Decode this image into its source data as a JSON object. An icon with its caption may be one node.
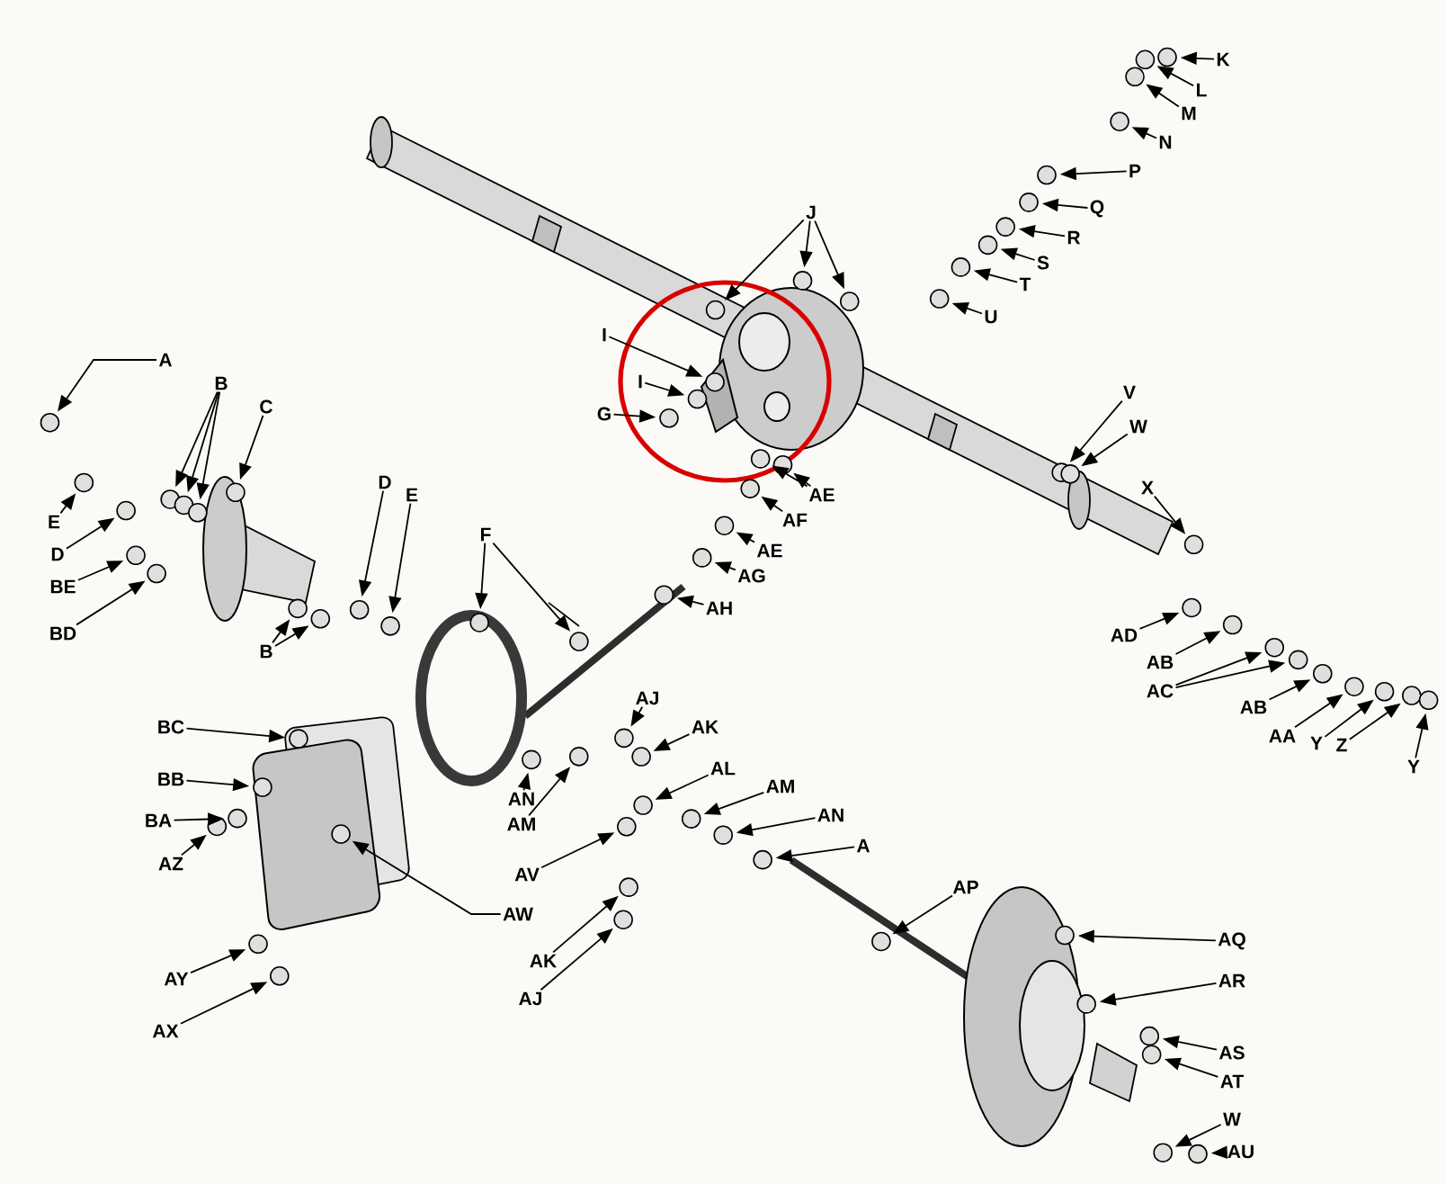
{
  "diagram": {
    "nodes": [
      {
        "text": [
          "K"
        ]
      },
      {
        "text": [
          "L"
        ]
      },
      {
        "text": [
          "M"
        ]
      },
      {
        "text": [
          "N"
        ]
      },
      {
        "text": [
          "P"
        ]
      },
      {
        "text": [
          "J"
        ]
      },
      {
        "text": [
          "Q"
        ]
      },
      {
        "text": [
          "R"
        ]
      },
      {
        "text": [
          "S"
        ]
      },
      {
        "text": [
          "T"
        ]
      },
      {
        "text": [
          "U"
        ]
      },
      {
        "text": [
          "I"
        ]
      },
      {
        "text": [
          "A"
        ]
      },
      {
        "text": [
          "B"
        ]
      },
      {
        "text": [
          "I"
        ]
      },
      {
        "text": [
          "V"
        ]
      },
      {
        "text": [
          "C"
        ]
      },
      {
        "text": [
          "G"
        ]
      },
      {
        "text": [
          "W"
        ]
      },
      {
        "text": [
          "D"
        ]
      },
      {
        "text": [
          "X"
        ]
      },
      {
        "text": [
          "AE"
        ]
      },
      {
        "text": [
          "E"
        ]
      },
      {
        "text": [
          "AF"
        ]
      },
      {
        "text": [
          "E"
        ]
      },
      {
        "text": [
          "F"
        ]
      },
      {
        "text": [
          "AE"
        ]
      },
      {
        "text": [
          "D"
        ]
      },
      {
        "text": [
          "AG"
        ]
      },
      {
        "text": [
          "BE"
        ]
      },
      {
        "text": [
          "AH"
        ]
      },
      {
        "text": [
          "BD"
        ]
      },
      {
        "text": [
          "AD"
        ]
      },
      {
        "text": [
          "B"
        ]
      },
      {
        "text": [
          "AB"
        ]
      },
      {
        "text": [
          "AC"
        ]
      },
      {
        "text": [
          "AJ"
        ]
      },
      {
        "text": [
          "AB"
        ]
      },
      {
        "text": [
          "BC"
        ]
      },
      {
        "text": [
          "AK"
        ]
      },
      {
        "text": [
          "AA"
        ]
      },
      {
        "text": [
          "Y"
        ]
      },
      {
        "text": [
          "Z"
        ]
      },
      {
        "text": [
          "AL"
        ]
      },
      {
        "text": [
          "Y"
        ]
      },
      {
        "text": [
          "BB"
        ]
      },
      {
        "text": [
          "AM"
        ]
      },
      {
        "text": [
          "AN"
        ]
      },
      {
        "text": [
          "AN"
        ]
      },
      {
        "text": [
          "BA"
        ]
      },
      {
        "text": [
          "AM"
        ]
      },
      {
        "text": [
          "A"
        ]
      },
      {
        "text": [
          "AZ"
        ]
      },
      {
        "text": [
          "AV"
        ]
      },
      {
        "text": [
          "AP"
        ]
      },
      {
        "text": [
          "AW"
        ]
      },
      {
        "text": [
          "AQ"
        ]
      },
      {
        "text": [
          "AK"
        ]
      },
      {
        "text": [
          "AY"
        ]
      },
      {
        "text": [
          "AR"
        ]
      },
      {
        "text": [
          "AJ"
        ]
      },
      {
        "text": [
          "AX"
        ]
      },
      {
        "text": [
          "AS"
        ]
      },
      {
        "text": [
          "AT"
        ]
      },
      {
        "text": [
          "W"
        ]
      },
      {
        "text": [
          "AU"
        ]
      },
      {
        "text": [],
        "shape": "circle"
      },
      {
        "text": [],
        "shape": "circle"
      },
      {
        "text": [],
        "shape": "circle"
      },
      {
        "text": [],
        "shape": "circle"
      },
      {
        "text": [],
        "shape": "circle"
      },
      {
        "text": [],
        "shape": "circle"
      },
      {
        "text": [],
        "shape": "circle"
      },
      {
        "text": [],
        "shape": "circle"
      },
      {
        "text": [],
        "shape": "circle"
      },
      {
        "text": [],
        "shape": "circle"
      },
      {
        "text": [],
        "shape": "circle"
      },
      {
        "text": [],
        "shape": "circle"
      },
      {
        "text": [],
        "shape": "circle"
      },
      {
        "text": [],
        "shape": "circle"
      },
      {
        "text": [],
        "shape": "circle"
      },
      {
        "text": [],
        "shape": "circle"
      },
      {
        "text": [],
        "shape": "circle"
      },
      {
        "text": [],
        "shape": "circle"
      },
      {
        "text": [],
        "shape": "circle"
      },
      {
        "text": [],
        "shape": "circle"
      },
      {
        "text": [],
        "shape": "circle"
      },
      {
        "text": [],
        "shape": "circle"
      },
      {
        "text": [],
        "shape": "circle"
      },
      {
        "text": [],
        "shape": "circle"
      },
      {
        "text": [],
        "shape": "circle"
      },
      {
        "text": [],
        "shape": "circle"
      },
      {
        "text": [],
        "shape": "circle"
      },
      {
        "text": [],
        "shape": "circle"
      },
      {
        "text": [],
        "shape": "circle"
      },
      {
        "text": [],
        "shape": "circle"
      },
      {
        "text": [],
        "shape": "circle"
      },
      {
        "text": [],
        "shape": "circle"
      },
      {
        "text": [],
        "shape": "circle"
      },
      {
        "text": [],
        "shape": "circle"
      },
      {
        "text": [],
        "shape": "circle"
      },
      {
        "text": [],
        "shape": "circle"
      },
      {
        "text": [],
        "shape": "circle"
      },
      {
        "text": [],
        "shape": "circle"
      },
      {
        "text": [],
        "shape": "circle"
      },
      {
        "text": [],
        "shape": "circle"
      },
      {
        "text": [],
        "shape": "circle"
      },
      {
        "text": [],
        "shape": "circle"
      },
      {
        "text": [],
        "shape": "circle"
      },
      {
        "text": [],
        "shape": "circle"
      },
      {
        "text": [],
        "shape": "circle"
      },
      {
        "text": [],
        "shape": "circle"
      },
      {
        "text": [],
        "shape": "circle"
      },
      {
        "text": [],
        "shape": "circle"
      },
      {
        "text": [],
        "shape": "circle"
      },
      {
        "text": [],
        "shape": "circle"
      },
      {
        "text": [],
        "shape": "circle"
      },
      {
        "text": [],
        "shape": "circle"
      },
      {
        "text": [],
        "shape": "circle"
      },
      {
        "text": [],
        "shape": "circle"
      },
      {
        "text": [],
        "shape": "circle"
      },
      {
        "text": [],
        "shape": "circle"
      },
      {
        "text": [],
        "shape": "circle"
      },
      {
        "text": [],
        "shape": "circle"
      },
      {
        "text": [],
        "shape": "circle"
      },
      {
        "text": [],
        "shape": "circle"
      },
      {
        "text": [],
        "shape": "circle"
      },
      {
        "text": [],
        "shape": "circle"
      },
      {
        "text": [],
        "shape": "circle"
      },
      {
        "text": [],
        "shape": "circle"
      },
      {
        "text": [],
        "shape": "circle"
      },
      {
        "text": [],
        "shape": "circle"
      },
      {
        "text": [],
        "shape": "circle"
      },
      {
        "text": [],
        "shape": "circle"
      },
      {
        "text": [],
        "shape": "circle"
      },
      {
        "text": [],
        "shape": "circle"
      },
      {
        "text": [],
        "shape": "circle"
      },
      {
        "text": [],
        "shape": "circle"
      },
      {
        "text": [],
        "shape": "circle"
      },
      {
        "text": [],
        "shape": "circle"
      }
    ],
    "edges": [
      {
        "from": 0,
        "to": 66,
        "arrow": "to"
      },
      {
        "from": 1,
        "to": 67,
        "arrow": "to"
      },
      {
        "from": 2,
        "to": 68,
        "arrow": "to"
      },
      {
        "from": 3,
        "to": 69,
        "arrow": "to"
      },
      {
        "from": 4,
        "to": 70,
        "arrow": "to"
      },
      {
        "from": 5,
        "to": 71,
        "arrow": "to"
      },
      {
        "from": 5,
        "to": 72,
        "arrow": "to"
      },
      {
        "from": 5,
        "to": 73,
        "arrow": "to"
      },
      {
        "from": 6,
        "to": 74,
        "arrow": "to"
      },
      {
        "from": 7,
        "to": 75,
        "arrow": "to"
      },
      {
        "from": 8,
        "to": 76,
        "arrow": "to"
      },
      {
        "from": 9,
        "to": 77,
        "arrow": "to"
      },
      {
        "from": 10,
        "to": 78,
        "arrow": "to"
      },
      {
        "from": 11,
        "to": 79,
        "arrow": "to"
      },
      {
        "from": 12,
        "to": 80,
        "arrow": "to"
      },
      {
        "from": 13,
        "to": 81,
        "arrow": "to"
      },
      {
        "from": 13,
        "to": 82,
        "arrow": "to"
      },
      {
        "from": 13,
        "to": 83,
        "arrow": "to"
      },
      {
        "from": 14,
        "to": 84,
        "arrow": "to"
      },
      {
        "from": 15,
        "to": 85,
        "arrow": "to"
      },
      {
        "from": 16,
        "to": 86,
        "arrow": "to"
      },
      {
        "from": 17,
        "to": 87,
        "arrow": "to"
      },
      {
        "from": 18,
        "to": 88,
        "arrow": "to"
      },
      {
        "from": 19,
        "to": 89,
        "arrow": "to"
      },
      {
        "from": 20,
        "to": 90,
        "arrow": "to"
      },
      {
        "from": 21,
        "to": 91,
        "arrow": "to"
      },
      {
        "from": 21,
        "to": 92,
        "arrow": "to"
      },
      {
        "from": 22,
        "to": 93,
        "arrow": "to"
      },
      {
        "from": 23,
        "to": 94,
        "arrow": "to"
      },
      {
        "from": 24,
        "to": 95,
        "arrow": "to"
      },
      {
        "from": 25,
        "to": 96,
        "arrow": "to"
      },
      {
        "from": 25,
        "to": 97,
        "arrow": "to"
      },
      {
        "from": 26,
        "to": 98,
        "arrow": "to"
      },
      {
        "from": 27,
        "to": 99,
        "arrow": "to"
      },
      {
        "from": 28,
        "to": 100,
        "arrow": "to"
      },
      {
        "from": 29,
        "to": 101,
        "arrow": "to"
      },
      {
        "from": 30,
        "to": 102,
        "arrow": "to"
      },
      {
        "from": 31,
        "to": 103,
        "arrow": "to"
      },
      {
        "from": 32,
        "to": 104,
        "arrow": "to"
      },
      {
        "from": 33,
        "to": 105,
        "arrow": "to"
      },
      {
        "from": 33,
        "to": 106,
        "arrow": "to"
      },
      {
        "from": 34,
        "to": 107,
        "arrow": "to"
      },
      {
        "from": 35,
        "to": 108,
        "arrow": "to"
      },
      {
        "from": 35,
        "to": 109,
        "arrow": "to"
      },
      {
        "from": 36,
        "to": 110,
        "arrow": "to"
      },
      {
        "from": 37,
        "to": 111,
        "arrow": "to"
      },
      {
        "from": 38,
        "to": 112,
        "arrow": "to"
      },
      {
        "from": 39,
        "to": 113,
        "arrow": "to"
      },
      {
        "from": 40,
        "to": 114,
        "arrow": "to"
      },
      {
        "from": 41,
        "to": 115,
        "arrow": "to"
      },
      {
        "from": 42,
        "to": 116,
        "arrow": "to"
      },
      {
        "from": 43,
        "to": 117,
        "arrow": "to"
      },
      {
        "from": 44,
        "to": 118,
        "arrow": "to"
      },
      {
        "from": 45,
        "to": 119,
        "arrow": "to"
      },
      {
        "from": 46,
        "to": 120,
        "arrow": "to"
      },
      {
        "from": 47,
        "to": 121,
        "arrow": "to"
      },
      {
        "from": 48,
        "to": 122,
        "arrow": "to"
      },
      {
        "from": 49,
        "to": 123,
        "arrow": "to"
      },
      {
        "from": 50,
        "to": 124,
        "arrow": "to"
      },
      {
        "from": 51,
        "to": 125,
        "arrow": "to"
      },
      {
        "from": 52,
        "to": 126,
        "arrow": "to"
      },
      {
        "from": 53,
        "to": 127,
        "arrow": "to"
      },
      {
        "from": 54,
        "to": 128,
        "arrow": "to"
      },
      {
        "from": 55,
        "to": 129,
        "arrow": "to"
      },
      {
        "from": 56,
        "to": 130,
        "arrow": "to"
      },
      {
        "from": 57,
        "to": 131,
        "arrow": "to"
      },
      {
        "from": 58,
        "to": 132,
        "arrow": "to"
      },
      {
        "from": 59,
        "to": 133,
        "arrow": "to"
      },
      {
        "from": 60,
        "to": 134,
        "arrow": "to"
      },
      {
        "from": 61,
        "to": 135,
        "arrow": "to"
      },
      {
        "from": 62,
        "to": 136,
        "arrow": "to"
      },
      {
        "from": 63,
        "to": 137,
        "arrow": "to"
      },
      {
        "from": 64,
        "to": 138,
        "arrow": "to"
      },
      {
        "from": 65,
        "to": 139,
        "arrow": "to"
      }
    ]
  }
}
